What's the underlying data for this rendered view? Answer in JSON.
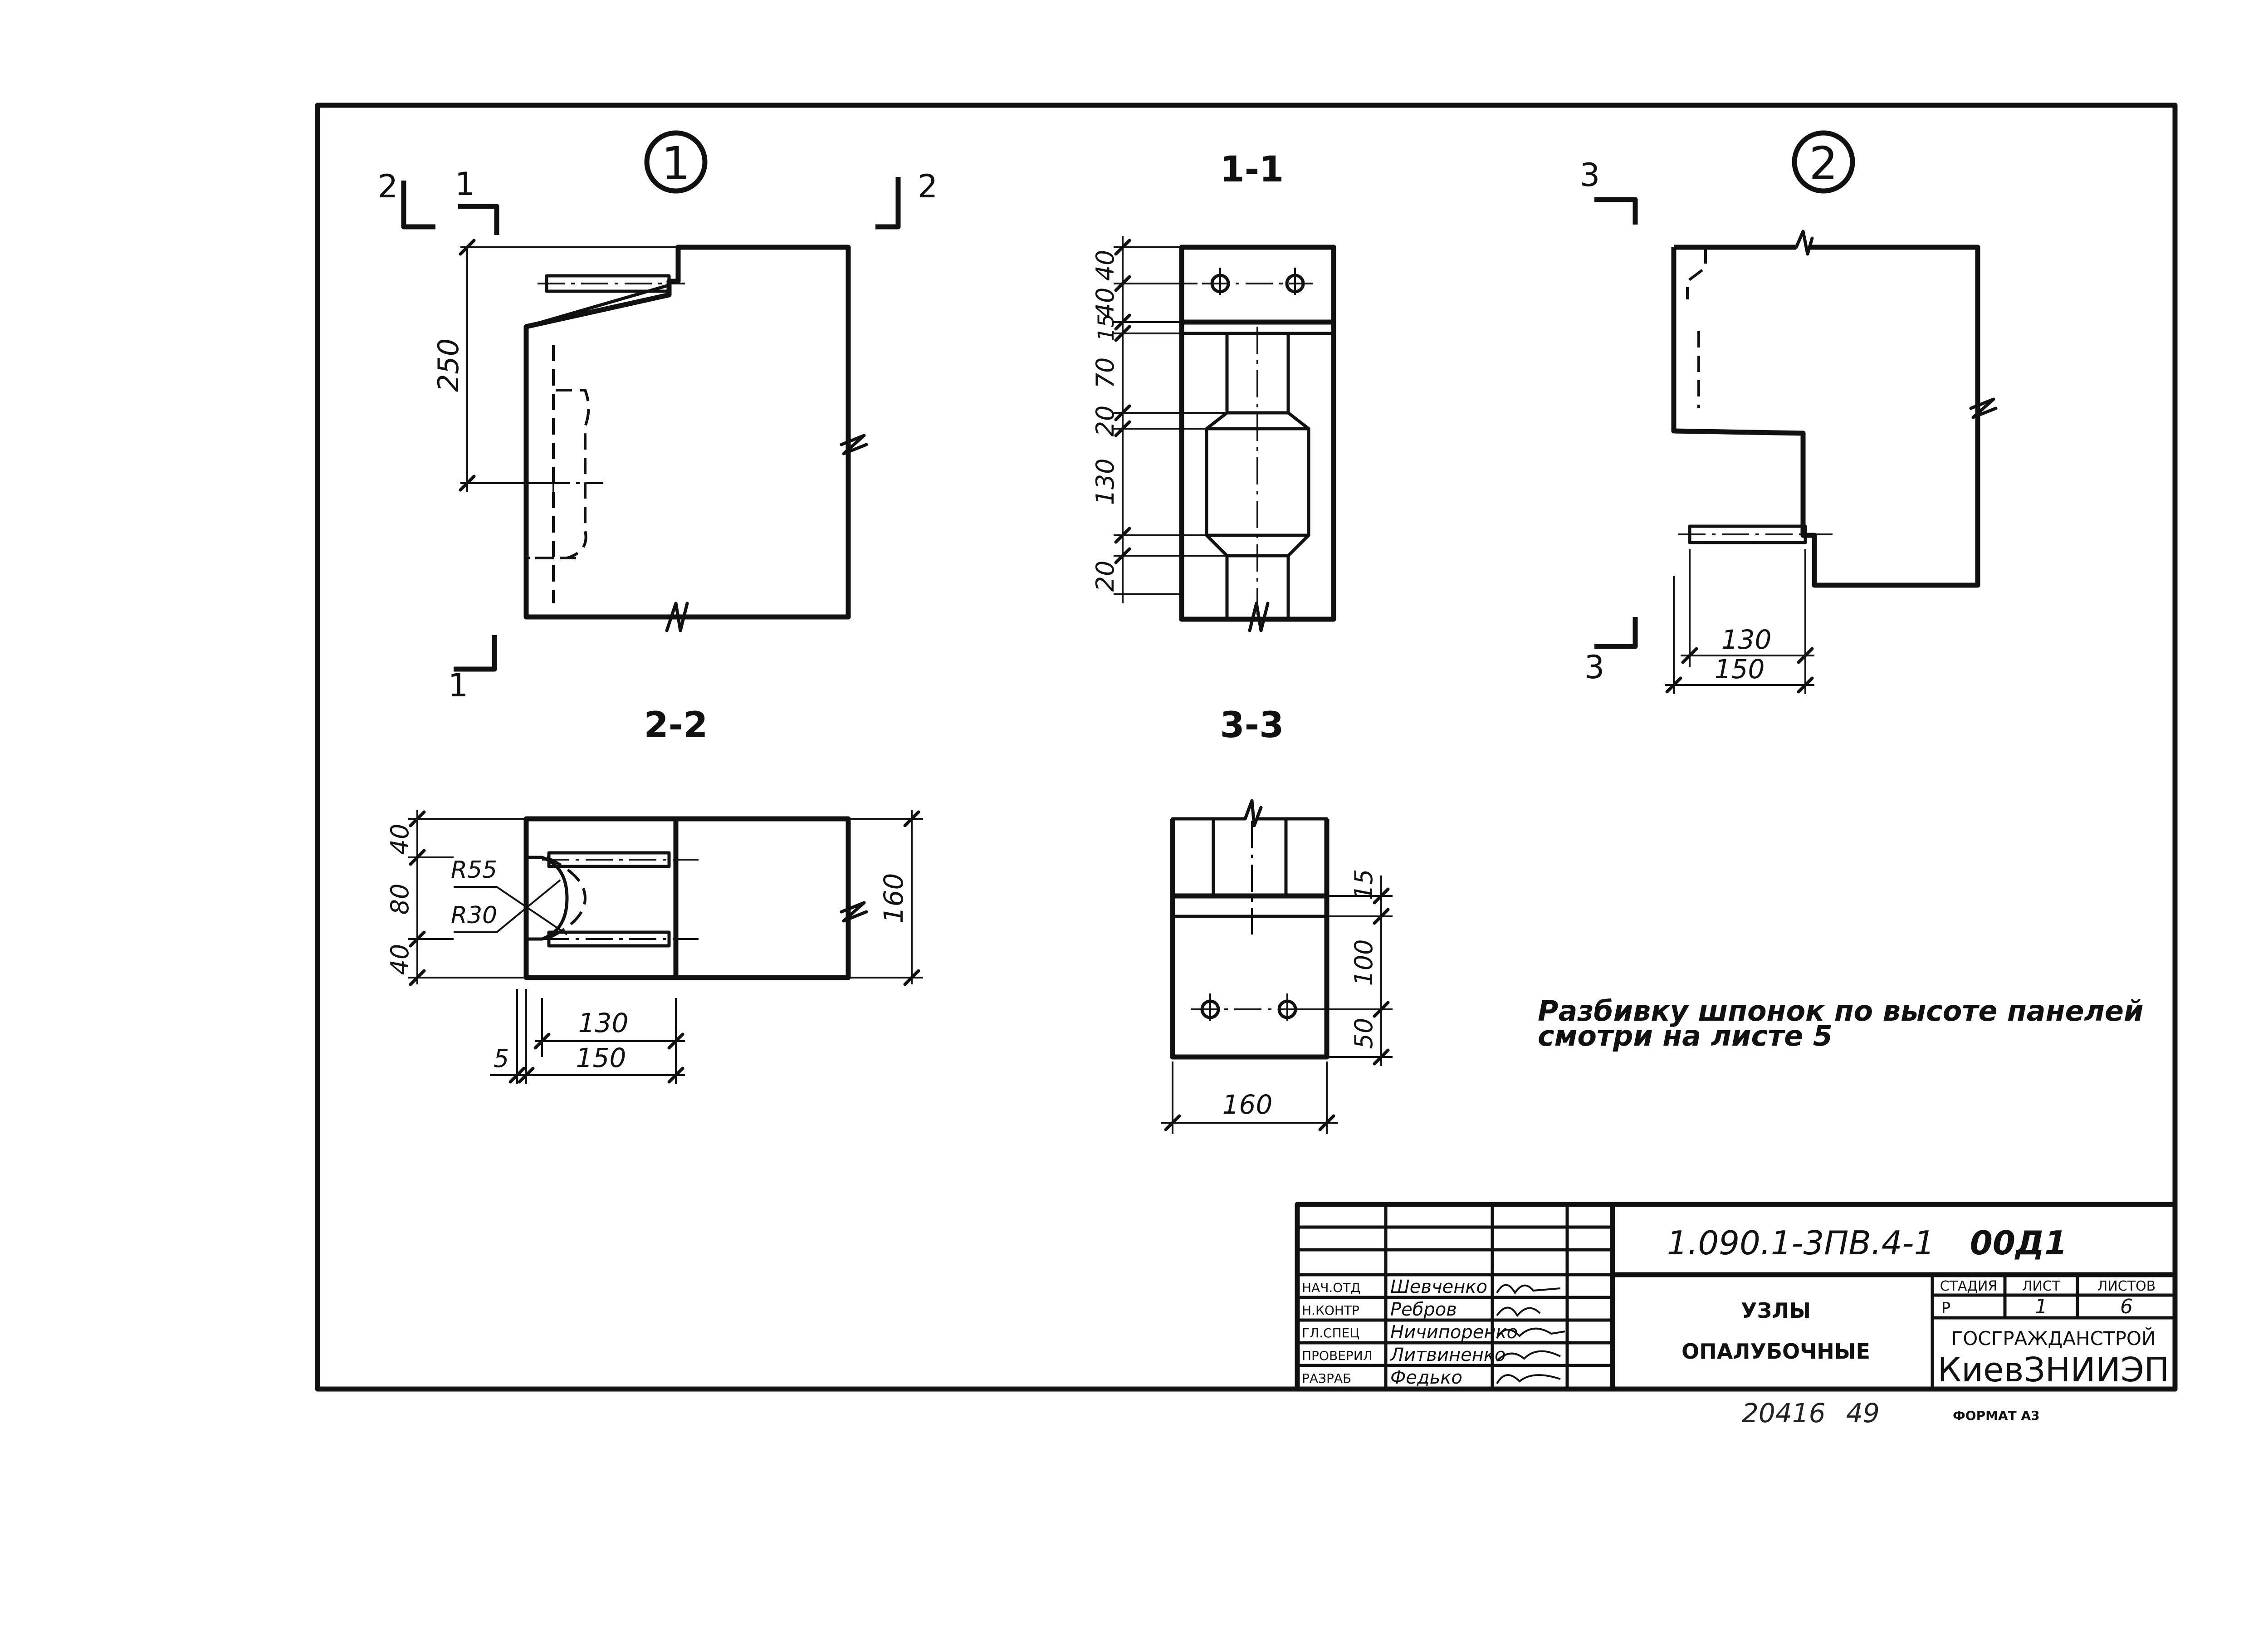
{
  "markers": {
    "detail1": "1",
    "detail2": "2"
  },
  "section_titles": {
    "s11": "1-1",
    "s22": "2-2",
    "s33": "3-3"
  },
  "cut_labels": {
    "c1": "1",
    "c2": "2",
    "c3": "3"
  },
  "dimensions": {
    "d250": "250",
    "d40": "40",
    "d15": "15",
    "d70": "70",
    "d20": "20",
    "d130": "130",
    "d150": "150",
    "d80": "80",
    "d160": "160",
    "d100": "100",
    "d50": "50",
    "d5": "5",
    "r55": "R55",
    "r30": "R30"
  },
  "note": {
    "line1": "Разбивку шпонок по высоте панелей",
    "line2": "смотри на листе 5"
  },
  "title_block": {
    "doc_code": "1.090.1-3ПВ.4-1",
    "doc_suffix": "00Д1",
    "title_line1": "УЗЛЫ",
    "title_line2": "ОПАЛУБОЧНЫЕ",
    "header_stage": "СТАДИЯ",
    "header_sheet": "ЛИСТ",
    "header_sheets": "ЛИСТОВ",
    "stage": "Р",
    "sheet": "1",
    "sheets": "6",
    "org1": "ГОСГРАЖДАНСТРОЙ",
    "org2": "КиевЗНИИЭП",
    "roles": [
      {
        "role": "НАЧ.ОТД",
        "name": "Шевченко"
      },
      {
        "role": "Н.КОНТР",
        "name": "Ребров"
      },
      {
        "role": "ГЛ.СПЕЦ",
        "name": "Ничипоренко"
      },
      {
        "role": "ПРОВЕРИЛ",
        "name": "Литвиненко"
      },
      {
        "role": "РАЗРАБ",
        "name": "Федько"
      }
    ]
  },
  "footer": {
    "archive": "20416",
    "archive_sheet": "49",
    "format": "ФОРМАТ А3"
  }
}
